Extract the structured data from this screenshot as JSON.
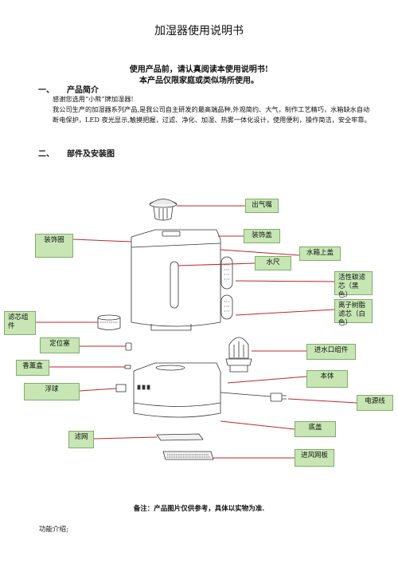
{
  "doc": {
    "title": "加湿器使用说明书",
    "warning1": "使用产品前，请认真阅读本使用说明书!",
    "warning2": "本产品仅限家庭或类似场所使用。",
    "section1": {
      "num": "一、",
      "title": "产品简介"
    },
    "intro": [
      "感谢您选用“小熊”牌加湿器!",
      "我公司生产的加湿器系列产品,是我公司自主研发的最高端品种,外观简约、大气，制作工艺精巧，水箱缺水自动断电保护，LED 夜光显示,触摸把握，过滤、净化、加湿、热雾一体化设计，使用便利，操作简洁，安全牢靠。"
    ],
    "section2": {
      "num": "二、",
      "title": "部件及安装图"
    },
    "note": "备注：产品图片仅供参考，具体以实物为准.",
    "func": "功能介绍;"
  },
  "labels": {
    "outlet": "出气嘴",
    "deco_ring": "装饰圈",
    "deco_cover": "装饰盖",
    "tank_cover": "水箱上盖",
    "water_gauge": "水尺",
    "carbon_filter": "活性碳滤芯（黑色）",
    "filter_set": "滤芯组件",
    "ion_filter": "离子树脂滤芯（白色）",
    "plug": "定位塞",
    "inlet": "进水口组件",
    "aroma": "香薰盒",
    "body": "本体",
    "float": "浮球",
    "cord": "电源线",
    "base": "底盖",
    "mesh": "滤网",
    "vent": "进风网板"
  },
  "colors": {
    "label_bg": "#c7e6b4",
    "label_border": "#7fae6a",
    "leader": "#c0262b"
  }
}
